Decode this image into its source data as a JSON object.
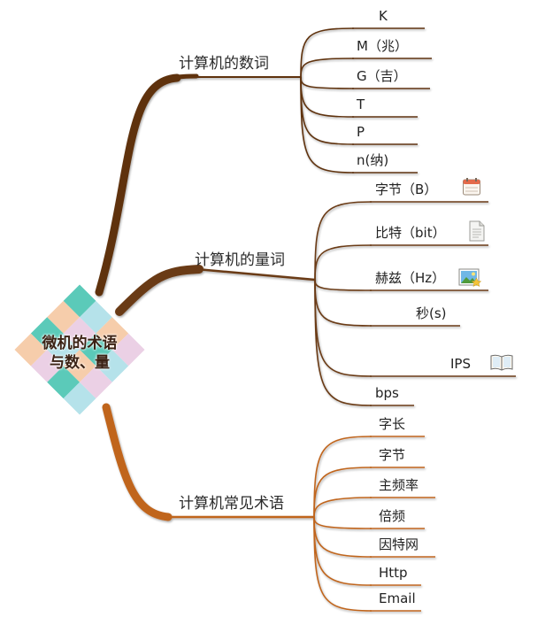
{
  "center": {
    "line1": "微机的术语",
    "line2": "与数、量"
  },
  "branches": [
    {
      "label": "计算机的数词",
      "color": "#5e3210",
      "leaves": [
        "K",
        "M（兆）",
        "G（吉）",
        "T",
        "P",
        "n(纳)"
      ]
    },
    {
      "label": "计算机的量词",
      "color": "#6a3a14",
      "leaves": [
        "字节（B）",
        "比特（bit）",
        "赫兹（Hz）",
        "秒(s)",
        "IPS",
        "bps"
      ]
    },
    {
      "label": "计算机常见术语",
      "color": "#c0651e",
      "leaves": [
        "字长",
        "字节",
        "主频率",
        "倍频",
        "因特网",
        "Http",
        "Email"
      ]
    }
  ],
  "icons": [
    "calendar-icon",
    "document-icon",
    "picture-icon",
    "book-icon"
  ],
  "mosaic_colors": [
    "#3ec1ad",
    "#f7a9a6",
    "#d9c3e6",
    "#a8dde6",
    "#f4e8a4",
    "#c5e8b0",
    "#f5c49c",
    "#9fd6f0",
    "#5bbfe8",
    "#e8c8e0",
    "#bfe4f5",
    "#f7d3b4"
  ]
}
